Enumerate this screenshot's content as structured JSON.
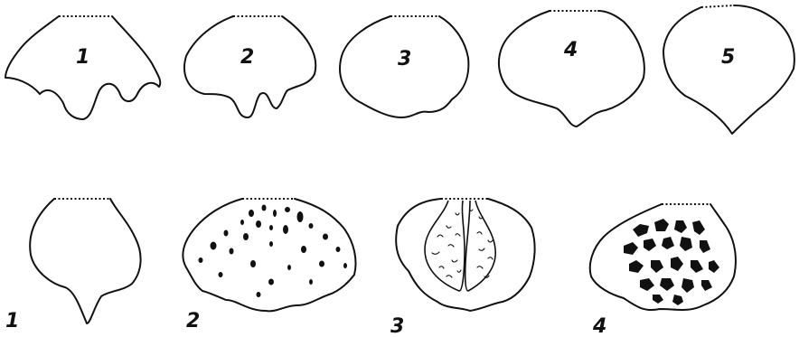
{
  "top_row": {
    "labels": [
      "1",
      "2",
      "3",
      "4",
      "5"
    ]
  },
  "bottom_row": {
    "labels": [
      "1",
      "2",
      "3",
      "4"
    ]
  }
}
